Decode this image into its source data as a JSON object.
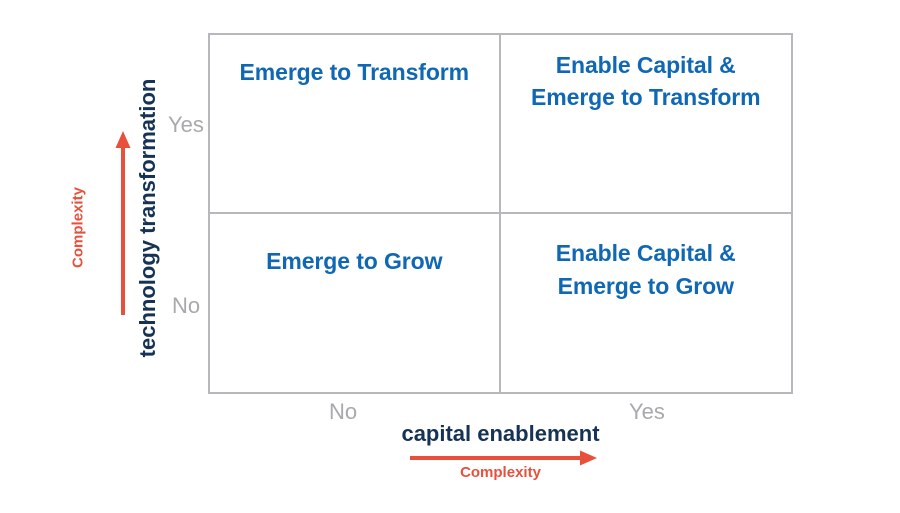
{
  "chart_data": {
    "type": "table",
    "title": "",
    "xlabel": "capital enablement",
    "ylabel": "technology transformation",
    "x_axis_note": "Complexity",
    "y_axis_note": "Complexity",
    "x_ticks": [
      "No",
      "Yes"
    ],
    "y_ticks": [
      "No",
      "Yes"
    ],
    "categories": [
      "No",
      "Yes"
    ],
    "grid": true,
    "legend": "none",
    "cells": [
      {
        "x": "No",
        "y": "Yes",
        "label": "Emerge to Transform"
      },
      {
        "x": "Yes",
        "y": "Yes",
        "label": "Enable Capital &\nEmerge to Transform"
      },
      {
        "x": "No",
        "y": "No",
        "label": "Emerge to Grow"
      },
      {
        "x": "Yes",
        "y": "No",
        "label": "Enable Capital &\nEmerge to Grow"
      }
    ]
  },
  "matrix": {
    "quadrants": {
      "top_left": "Emerge to Transform",
      "top_right": "Enable Capital &\nEmerge to Transform",
      "bottom_left": "Emerge to Grow",
      "bottom_right": "Enable Capital &\nEmerge to Grow"
    }
  },
  "y_axis": {
    "title": "technology transformation",
    "note": "Complexity",
    "tick_high": "Yes",
    "tick_low": "No"
  },
  "x_axis": {
    "title": "capital enablement",
    "note": "Complexity",
    "tick_low": "No",
    "tick_high": "Yes"
  },
  "colors": {
    "quadrant_text": "#1068b4",
    "axis_title": "#163356",
    "accent_arrow": "#e8503c",
    "tick_label": "#a7a9ac",
    "grid_line": "#b6b8bb",
    "background": "#ffffff"
  }
}
